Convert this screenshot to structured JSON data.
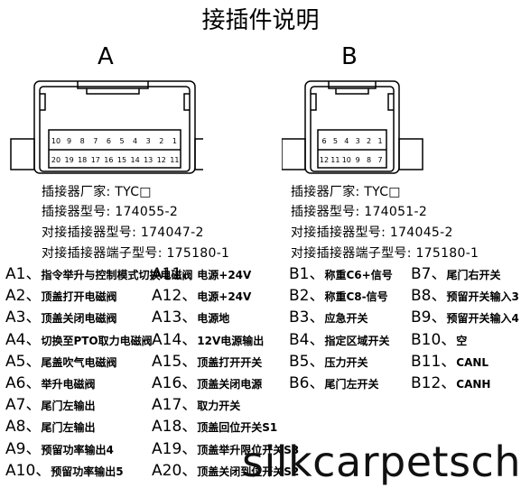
{
  "title": "接插件说明",
  "connector_a": {
    "letter": "A",
    "pins_top": [
      "10",
      "9",
      "8",
      "7",
      "6",
      "5",
      "4",
      "3",
      "2",
      "1"
    ],
    "pins_bottom": [
      "20",
      "19",
      "18",
      "17",
      "16",
      "15",
      "14",
      "13",
      "12",
      "11"
    ],
    "specs": [
      "插接器厂家: TYC□",
      "插接器型号: 174055-2",
      "对接插接器型号: 174047-2",
      "对接插接器端子型号: 175180-1"
    ]
  },
  "connector_b": {
    "letter": "B",
    "pins_top": [
      "6",
      "5",
      "4",
      "3",
      "2",
      "1"
    ],
    "pins_bottom": [
      "12",
      "11",
      "10",
      "9",
      "8",
      "7"
    ],
    "specs": [
      "插接器厂家: TYC□",
      "插接器型号: 174051-2",
      "对接插接器型号: 174045-2",
      "对接插接器端子型号: 175180-1"
    ]
  },
  "pins_a_col1": [
    {
      "code": "A1、",
      "desc": "指令举升与控制模式切换电磁阀"
    },
    {
      "code": "A2、",
      "desc": "顶盖打开电磁阀"
    },
    {
      "code": "A3、",
      "desc": "顶盖关闭电磁阀"
    },
    {
      "code": "A4、",
      "desc": "切换至PTO取力电磁阀"
    },
    {
      "code": "A5、",
      "desc": "尾盖吹气电磁阀"
    },
    {
      "code": "A6、",
      "desc": "举升电磁阀"
    },
    {
      "code": "A7、",
      "desc": "尾门左输出"
    },
    {
      "code": "A8、",
      "desc": "尾门左输出"
    },
    {
      "code": "A9、",
      "desc": "预留功率输出4"
    },
    {
      "code": "A10、",
      "desc": "预留功率输出5"
    }
  ],
  "pins_a_col2": [
    {
      "code": "A11、",
      "desc": "电源+24V"
    },
    {
      "code": "A12、",
      "desc": "电源+24V"
    },
    {
      "code": "A13、",
      "desc": "电源地"
    },
    {
      "code": "A14、",
      "desc": "12V电源输出"
    },
    {
      "code": "A15、",
      "desc": "顶盖打开开关"
    },
    {
      "code": "A16、",
      "desc": "顶盖关闭电源"
    },
    {
      "code": "A17、",
      "desc": "取力开关"
    },
    {
      "code": "A18、",
      "desc": "顶盖回位开关S1"
    },
    {
      "code": "A19、",
      "desc": "顶盖举升限位开关S3"
    },
    {
      "code": "A20、",
      "desc": "顶盖关闭到位开关S2"
    }
  ],
  "pins_b_col1": [
    {
      "code": "B1、",
      "desc": "称重C6+信号"
    },
    {
      "code": "B2、",
      "desc": "称重C8-信号"
    },
    {
      "code": "B3、",
      "desc": "应急开关"
    },
    {
      "code": "B4、",
      "desc": "指定区域开关"
    },
    {
      "code": "B5、",
      "desc": "压力开关"
    },
    {
      "code": "B6、",
      "desc": "尾门左开关"
    }
  ],
  "pins_b_col2": [
    {
      "code": "B7、",
      "desc": "尾门右开关"
    },
    {
      "code": "B8、",
      "desc": "预留开关输入3"
    },
    {
      "code": "B9、",
      "desc": "预留开关输入4"
    },
    {
      "code": "B10、",
      "desc": "空"
    },
    {
      "code": "B11、",
      "desc": "CANL"
    },
    {
      "code": "B12、",
      "desc": "CANH"
    }
  ],
  "watermark": "silkcarpetsch"
}
